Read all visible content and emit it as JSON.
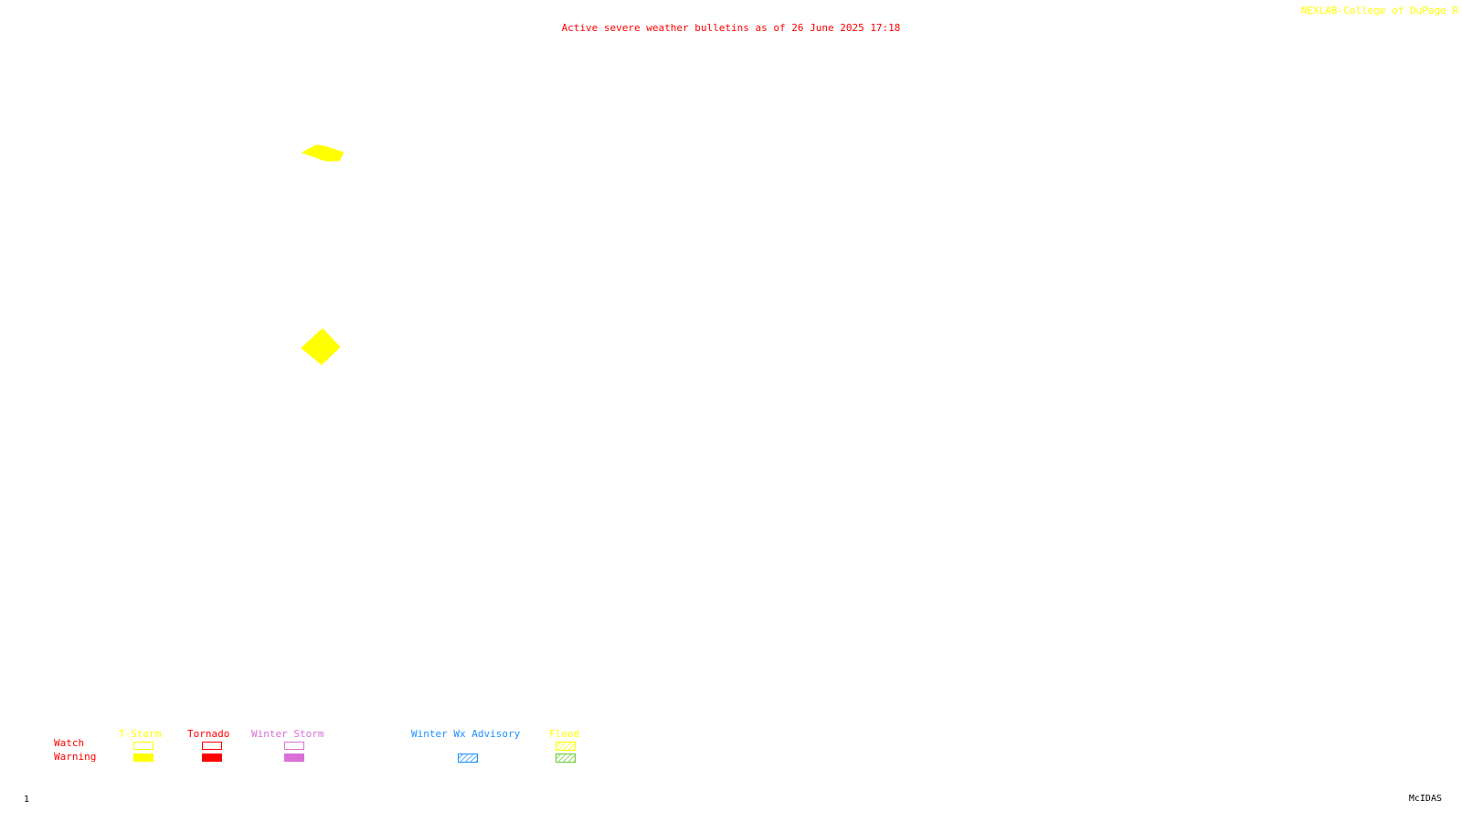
{
  "map": {
    "title": "Active severe weather bulletins as of 26 June 2025 17:18",
    "credit": "NEXLAB-College of DuPage R",
    "frame_number": "1",
    "software": "McIDAS",
    "active_polygons": [
      {
        "type": "T-Storm",
        "category": "Warning",
        "color": "#ffff00"
      },
      {
        "type": "T-Storm",
        "category": "Warning",
        "color": "#ffff00"
      }
    ]
  },
  "legend": {
    "row_labels": {
      "watch": "Watch",
      "warning": "Warning"
    },
    "row_label_color": "#ff0000",
    "types": [
      {
        "name": "T-Storm",
        "color": "#ffff00",
        "watch": "outline",
        "warning": "fill"
      },
      {
        "name": "Tornado",
        "color": "#ff0000",
        "watch": "outline",
        "warning": "fill"
      },
      {
        "name": "Winter Storm",
        "color": "#da70d6",
        "watch": "outline",
        "warning": "fill"
      },
      {
        "name": "Winter Wx Advisory",
        "color": "#1e90ff",
        "watch": "none",
        "warning": "hatch"
      },
      {
        "name": "Flood",
        "color": "#ffff00",
        "warning_color": "#66cc33",
        "watch": "hatch",
        "warning": "hatch"
      }
    ]
  }
}
